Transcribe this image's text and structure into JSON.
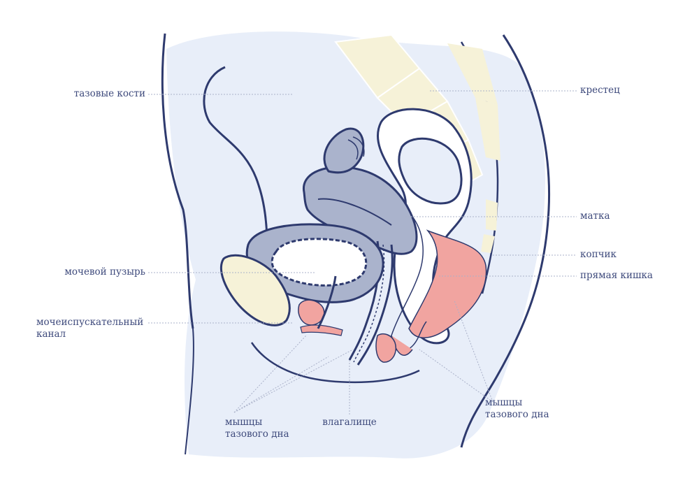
{
  "labels": {
    "pelvic_bones": "тазовые кости",
    "sacrum": "крестец",
    "uterus": "матка",
    "coccyx": "копчик",
    "rectum": "прямая кишка",
    "bladder": "мочевой пузырь",
    "urethra": [
      "мочеиспускательный",
      "канал"
    ],
    "pelvic_floor_left": [
      "мышцы",
      "тазового дна"
    ],
    "vagina": "влагалище",
    "pelvic_floor_right": [
      "мышцы",
      "тазового дна"
    ]
  },
  "colors": {
    "outline": "#2e3a6e",
    "tissue": "#e8eef9",
    "organ": "#aab3cc",
    "bone": "#f6f2d8",
    "muscle": "#f1a4a0",
    "label": "#3e4a7c",
    "leader": "#aab1c9"
  }
}
